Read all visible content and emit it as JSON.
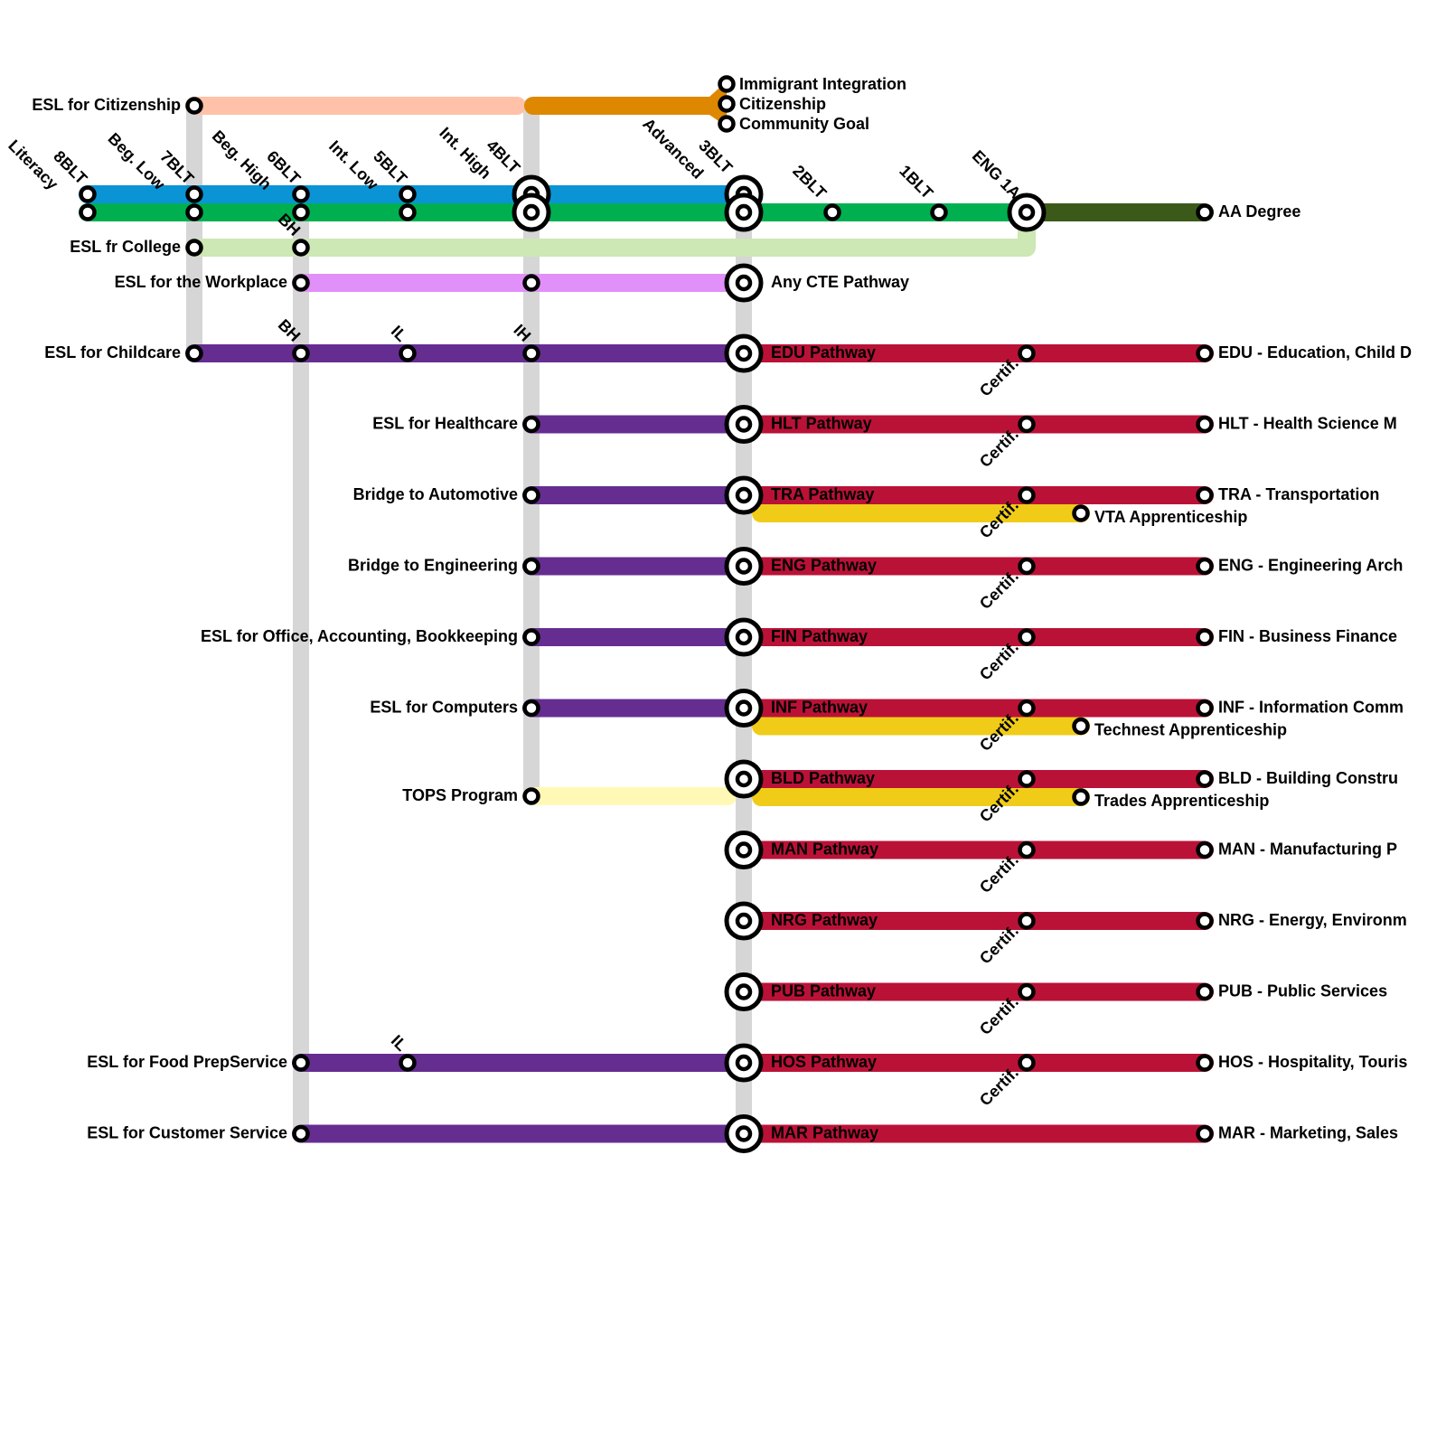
{
  "colors": {
    "citizenship_line": "#FFC2A8",
    "goal_line": "#DD8800",
    "blue_line": "#0A94D6",
    "green_line": "#00B050",
    "degree_line": "#3B5A1A",
    "college_line": "#CDE7B5",
    "workplace_line": "#E090F8",
    "program_line": "#652D90",
    "tops_line": "#FFF9B5",
    "pathway_line": "#BA1237",
    "apprenticeship_line": "#F0CC18",
    "transfer": "#D6D6D6"
  },
  "levels": [
    {
      "level": "Literacy",
      "code": "8BLT"
    },
    {
      "level": "Beg. Low",
      "code": "7BLT"
    },
    {
      "level": "Beg. High",
      "code": "6BLT"
    },
    {
      "level": "Int. Low",
      "code": "5BLT"
    },
    {
      "level": "Int. High",
      "code": "4BLT"
    },
    {
      "level": "Advanced",
      "code": "3BLT"
    }
  ],
  "credit_stations": [
    "2BLT",
    "1BLT",
    "ENG 1A"
  ],
  "degree": "AA Degree",
  "goals": [
    "Immigrant Integration",
    "Citizenship",
    "Community Goal"
  ],
  "cte": "Any CTE Pathway",
  "programs": {
    "citizenship": "ESL for Citizenship",
    "college": "ESL fr College",
    "workplace": "ESL for the Workplace",
    "childcare": "ESL for Childcare",
    "healthcare": "ESL for Healthcare",
    "automotive": "Bridge to Automotive",
    "engineering": "Bridge to Engineering",
    "office": "ESL for Office, Accounting, Bookkeeping",
    "computers": "ESL for Computers",
    "tops": "TOPS Program",
    "foodprep": "ESL for Food PrepService",
    "customer": "ESL for Customer Service"
  },
  "sublevels": {
    "bh": "BH",
    "il": "IL",
    "ih": "IH"
  },
  "certificate_label": "Certif.",
  "pathways": [
    {
      "label": "EDU Pathway",
      "outcome": "EDU - Education, Child D",
      "certificate": true
    },
    {
      "label": "HLT Pathway",
      "outcome": "HLT - Health Science  M",
      "certificate": true
    },
    {
      "label": "TRA Pathway",
      "outcome": "TRA - Transportation",
      "certificate": true,
      "apprenticeship": "VTA Apprenticeship"
    },
    {
      "label": "ENG Pathway",
      "outcome": "ENG - Engineering  Arch",
      "certificate": true
    },
    {
      "label": "FIN Pathway",
      "outcome": "FIN - Business  Finance",
      "certificate": true
    },
    {
      "label": "INF Pathway",
      "outcome": "INF - Information  Comm",
      "certificate": true,
      "apprenticeship": "Technest Apprenticeship"
    },
    {
      "label": "BLD Pathway",
      "outcome": "BLD - Building  Constru",
      "certificate": true,
      "apprenticeship": "Trades Apprenticeship"
    },
    {
      "label": "MAN Pathway",
      "outcome": "MAN - Manufacturing  P",
      "certificate": true
    },
    {
      "label": "NRG Pathway",
      "outcome": "NRG - Energy, Environm",
      "certificate": true
    },
    {
      "label": "PUB Pathway",
      "outcome": "PUB - Public Services",
      "certificate": true
    },
    {
      "label": "HOS Pathway",
      "outcome": "HOS - Hospitality, Touris",
      "certificate": true
    },
    {
      "label": "MAR Pathway",
      "outcome": "MAR - Marketing, Sales",
      "certificate": false
    }
  ]
}
